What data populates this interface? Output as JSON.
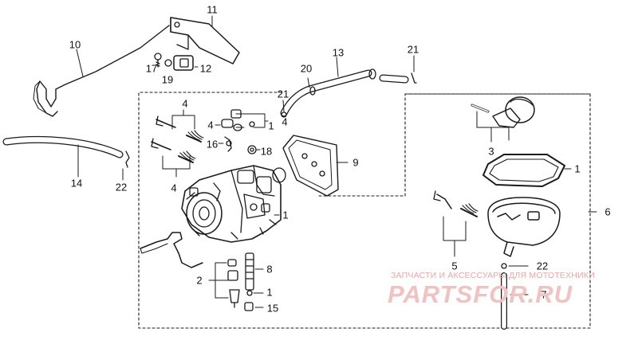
{
  "callouts": {
    "c11": "11",
    "c10": "10",
    "c17": "17",
    "c19": "19",
    "c12": "12",
    "c13": "13",
    "c20": "20",
    "c21a": "21",
    "c21b": "21",
    "c4a": "4",
    "c4b": "4",
    "c4c": "4",
    "c4d": "4",
    "c1a": "1",
    "c16": "16",
    "c18": "18",
    "c9": "9",
    "c3": "3",
    "c1b": "1",
    "c6": "6",
    "c14": "14",
    "c22a": "22",
    "c1c": "1",
    "c5": "5",
    "c22b": "22",
    "c7": "7",
    "c8": "8",
    "c2": "2",
    "c1d": "1",
    "c15": "15"
  },
  "watermark": {
    "text": "ЗАПЧАСТИ И АКСЕССУАРЫ ДЛЯ МОТОТЕХНИКИ",
    "logo": "PARTSFOR.RU",
    "color": "#e4a9a9"
  }
}
